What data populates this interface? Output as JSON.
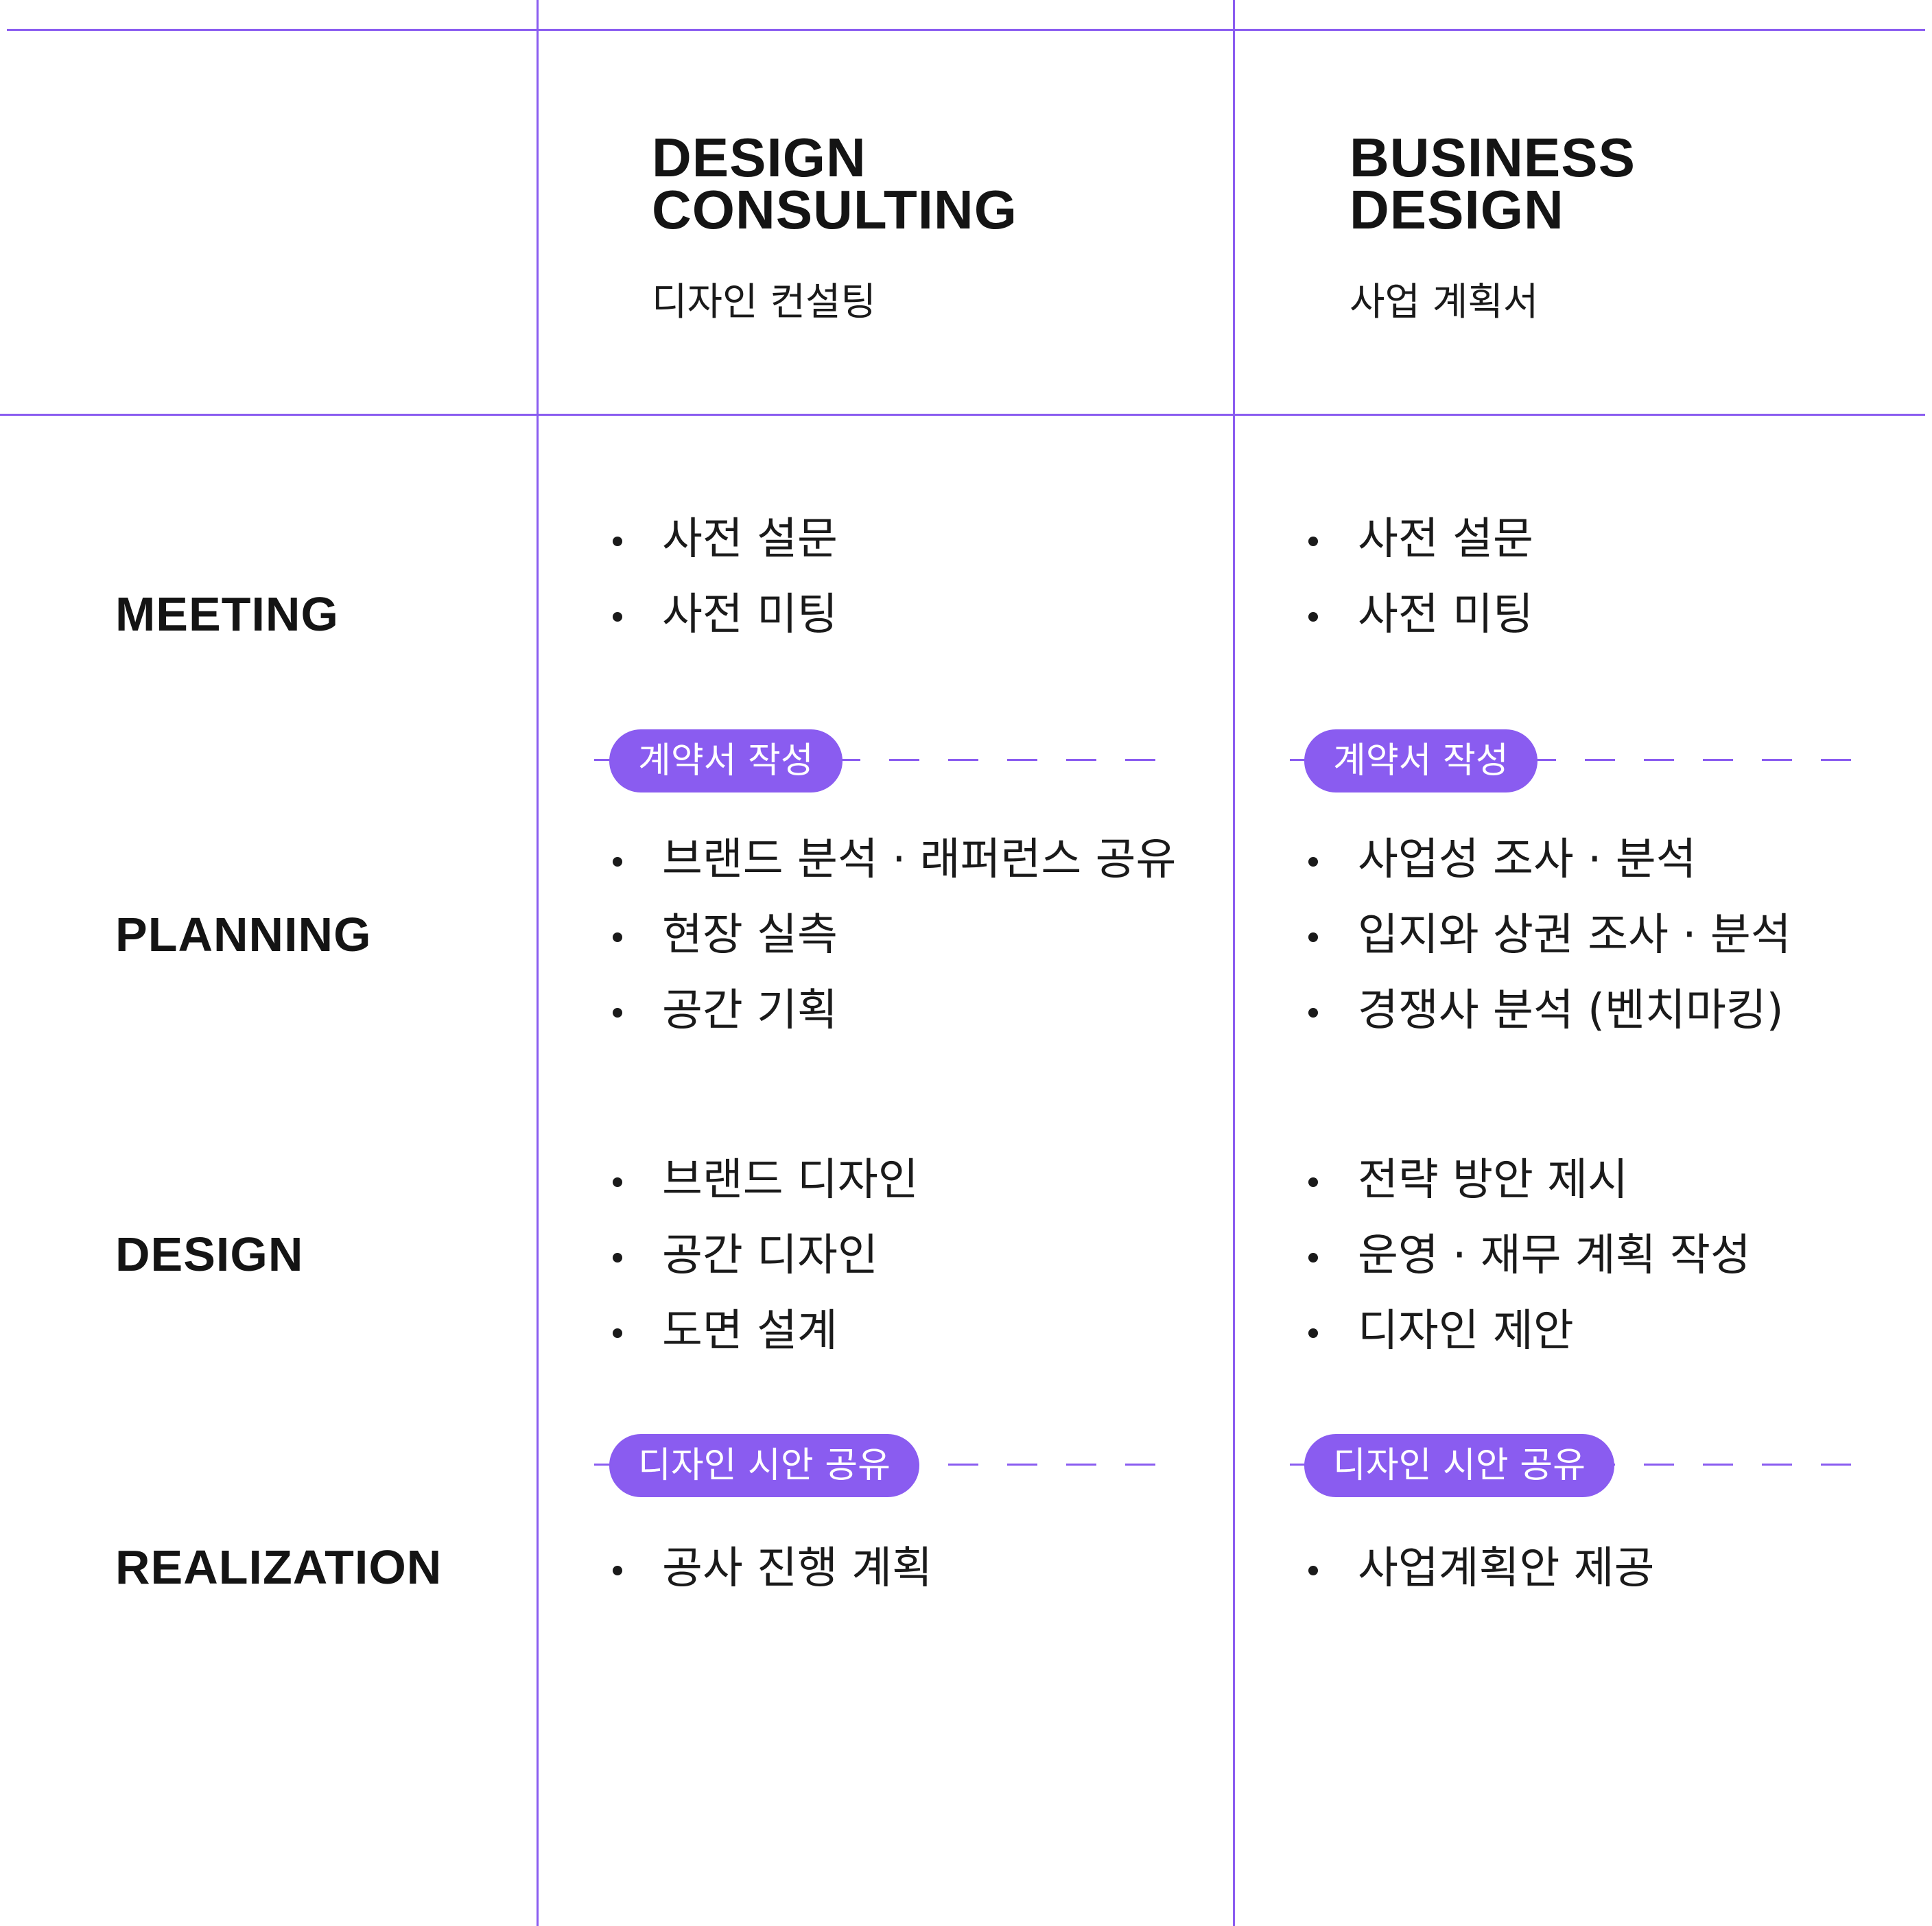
{
  "columns": [
    {
      "title_line1": "DESIGN",
      "title_line2": "CONSULTING",
      "subtitle": "디자인 컨설팅"
    },
    {
      "title_line1": "BUSINESS",
      "title_line2": "DESIGN",
      "subtitle": "사업 계획서"
    }
  ],
  "rows": [
    "MEETING",
    "PLANNING",
    "DESIGN",
    "REALIZATION"
  ],
  "design_consulting": {
    "meeting": [
      "사전 설문",
      "사전 미팅"
    ],
    "planning": [
      "브랜드 분석 · 래퍼런스 공유",
      "현장 실측",
      "공간 기획"
    ],
    "design": [
      "브랜드 디자인",
      "공간 디자인",
      "도면 설계"
    ],
    "realization": [
      "공사 진행 계획"
    ]
  },
  "business_design": {
    "meeting": [
      "사전 설문",
      "사전 미팅"
    ],
    "planning": [
      "사업성 조사 · 분석",
      "입지와 상권 조사 · 분석",
      "경쟁사 분석 (벤치마킹)"
    ],
    "design": [
      "전략 방안 제시",
      "운영 · 재무 계획 작성",
      "디자인 제안"
    ],
    "realization": [
      "사업계획안 제공"
    ]
  },
  "milestones": {
    "contract": "계약서 작성",
    "design_share": "디자인 시안 공유"
  },
  "colors": {
    "accent": "#8a5cf0",
    "text": "#1a1a1a",
    "background": "#ffffff"
  }
}
